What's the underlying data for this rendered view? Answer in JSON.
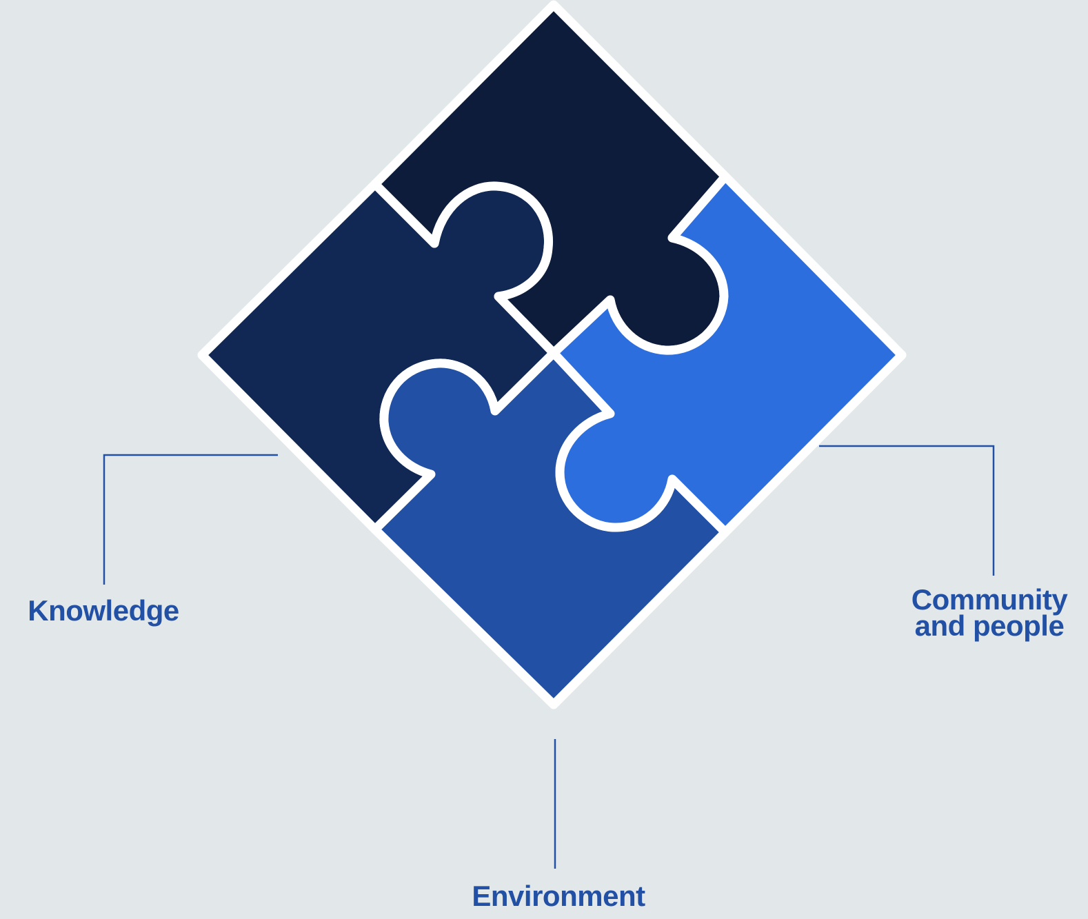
{
  "colors": {
    "background": "#e2e8ea",
    "piece_top": "#0d1c3a",
    "piece_left": "#112855",
    "piece_bottom": "#2150a4",
    "piece_right": "#2d6edf",
    "piece_outline": "#ffffff",
    "label": "#2250a4"
  },
  "labels": {
    "knowledge": "Knowledge",
    "environment": "Environment",
    "community_line1": "Community",
    "community_line2": "and people"
  }
}
